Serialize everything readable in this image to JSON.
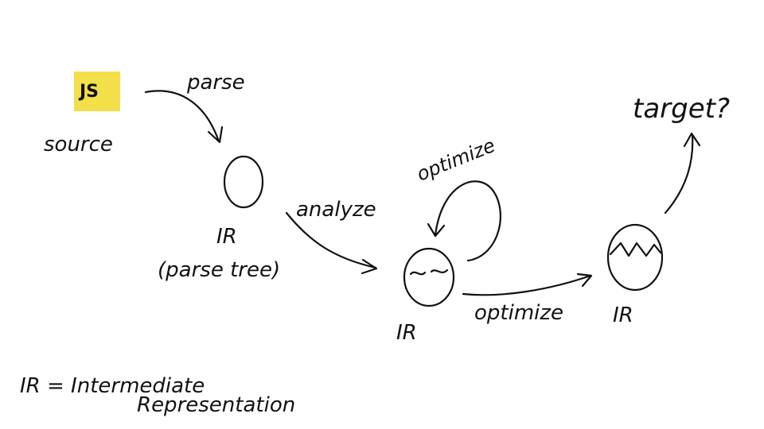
{
  "colors": {
    "ink": "#111111",
    "badge": "#f2df4a",
    "background": "#ffffff"
  },
  "source": {
    "badge": "JS",
    "label": "source"
  },
  "edges": {
    "parse": "parse",
    "analyze": "analyze",
    "optimize_loop": "optimize",
    "optimize": "optimize"
  },
  "nodes": {
    "ir_parse_tree": {
      "label": "IR",
      "sublabel": "(parse tree)"
    },
    "ir_middle": {
      "label": "IR"
    },
    "ir_final": {
      "label": "IR"
    },
    "target": {
      "label": "target?"
    }
  },
  "legend": {
    "line1": "IR = Intermediate",
    "line2": "Representation"
  }
}
